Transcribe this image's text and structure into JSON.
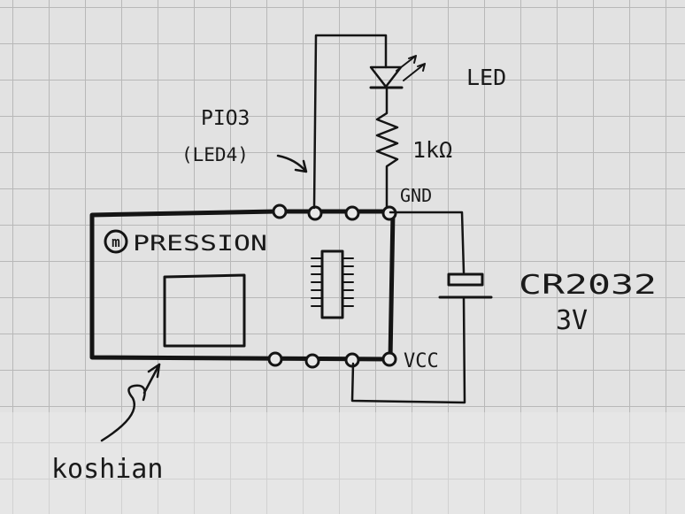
{
  "labels": {
    "led": "LED",
    "resistor": "1kΩ",
    "pio_line1": "PIO3",
    "pio_line2": "(LED4)",
    "gnd": "GND",
    "battery_line1": "CR2032",
    "battery_line2": "3V",
    "vcc": "VCC",
    "module": "PRESSION",
    "module_logo": "m",
    "board": "koshian"
  },
  "colors": {
    "ink": "#141414",
    "paper": "#e2e2e2",
    "grid": "#b8b8b8"
  }
}
